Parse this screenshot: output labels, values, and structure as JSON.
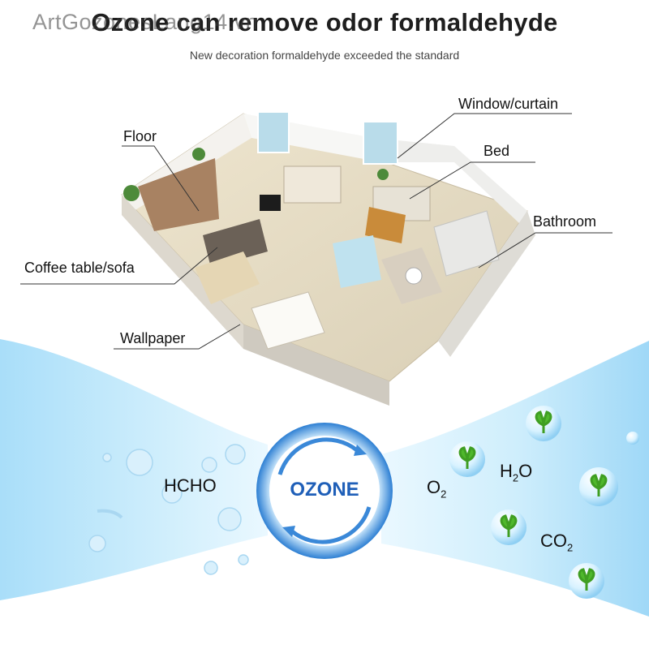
{
  "watermark": "ArtGozonesLang14.vn",
  "title": "Ozone can remove odor formaldehyde",
  "subtitle": "New decoration formaldehyde exceeded the standard",
  "callouts": {
    "floor": "Floor",
    "window_curtain": "Window/curtain",
    "bed": "Bed",
    "bathroom": "Bathroom",
    "coffee_table_sofa": "Coffee table/sofa",
    "wallpaper": "Wallpaper"
  },
  "ozone_label": "OZONE",
  "pollutant": "HCHO",
  "products": {
    "o2": {
      "base": "O",
      "sub": "2"
    },
    "h2o": {
      "pre": "H",
      "sub": "2",
      "post": "O"
    },
    "co2": {
      "base": "CO",
      "sub": "2"
    }
  },
  "colors": {
    "sky_blue": "#8fd3f7",
    "ozone_blue": "#1f5fb8",
    "leaf_green": "#4fb82c"
  }
}
